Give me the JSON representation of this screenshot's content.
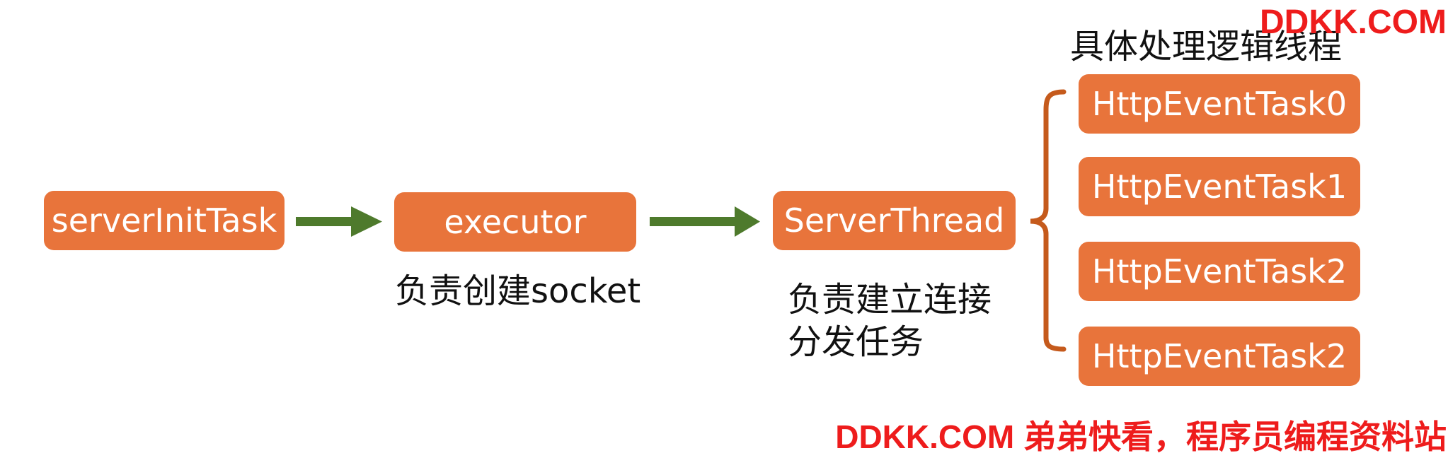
{
  "nodes": {
    "server_init": "serverInitTask",
    "executor": "executor",
    "server_thread": "ServerThread",
    "tasks": [
      "HttpEventTask0",
      "HttpEventTask1",
      "HttpEventTask2",
      "HttpEventTask2"
    ]
  },
  "labels": {
    "executor_desc": "负责创建socket",
    "server_thread_desc_1": "负责建立连接",
    "server_thread_desc_2": "分发任务",
    "tasks_title": "具体处理逻辑线程"
  },
  "watermark": {
    "top": "DDKK.COM",
    "bottom": "DDKK.COM 弟弟快看，程序员编程资料站"
  },
  "colors": {
    "box": "#e8743b",
    "arrow": "#4e7a2c",
    "brace": "#c55a1c",
    "watermark": "#ee1c1c"
  }
}
